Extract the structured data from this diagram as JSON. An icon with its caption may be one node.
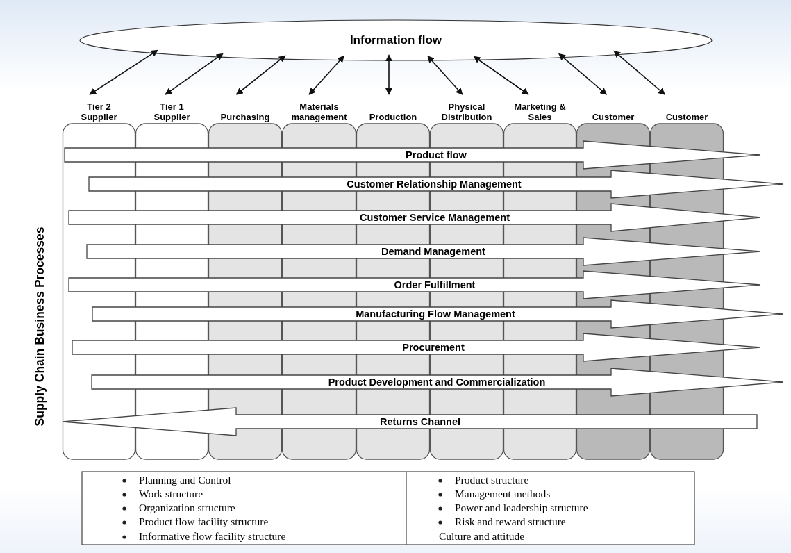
{
  "diagram": {
    "nodes": [
      {
        "text": [
          "Information flow"
        ]
      },
      {
        "text": [
          "Tier 2 Supplier"
        ]
      },
      {
        "text": [
          "Tier 1 Supplier"
        ]
      },
      {
        "text": [
          "Purchasing"
        ]
      },
      {
        "text": [
          "Materials management"
        ]
      },
      {
        "text": [
          "Production"
        ]
      },
      {
        "text": [
          "Physical Distribution"
        ]
      },
      {
        "text": [
          "Marketing & Sales"
        ]
      },
      {
        "text": [
          "Customer"
        ]
      },
      {
        "text": [
          "Customer"
        ]
      },
      {
        "text": [
          "Product flow"
        ]
      },
      {
        "text": [
          "Customer Relationship Management"
        ]
      },
      {
        "text": [
          "Customer Service Management"
        ]
      },
      {
        "text": [
          "Demand Management"
        ]
      },
      {
        "text": [
          "Order Fulfillment"
        ]
      },
      {
        "text": [
          "Manufacturing Flow Management"
        ]
      },
      {
        "text": [
          "Procurement"
        ]
      },
      {
        "text": [
          "Product Development and Commercialization"
        ]
      },
      {
        "text": [
          "Returns Channel"
        ]
      }
    ],
    "edges": [
      {
        "from": 0,
        "to": 1,
        "arrow": "both"
      },
      {
        "from": 0,
        "to": 2,
        "arrow": "both"
      },
      {
        "from": 0,
        "to": 3,
        "arrow": "both"
      },
      {
        "from": 0,
        "to": 4,
        "arrow": "both"
      },
      {
        "from": 0,
        "to": 5,
        "arrow": "both"
      },
      {
        "from": 0,
        "to": 6,
        "arrow": "both"
      },
      {
        "from": 0,
        "to": 7,
        "arrow": "both"
      },
      {
        "from": 0,
        "to": 8,
        "arrow": "both"
      },
      {
        "from": 0,
        "to": 9,
        "arrow": "both"
      }
    ],
    "labels": [
      "Supply Chain Business Processes",
      "Planning and Control",
      "Product structure",
      "Work structure",
      "Management methods",
      "Organization structure",
      "Power and leadership structure",
      "Product flow facility structure",
      "Risk and reward structure",
      "Informative flow facility structure",
      "Culture and attitude"
    ]
  }
}
